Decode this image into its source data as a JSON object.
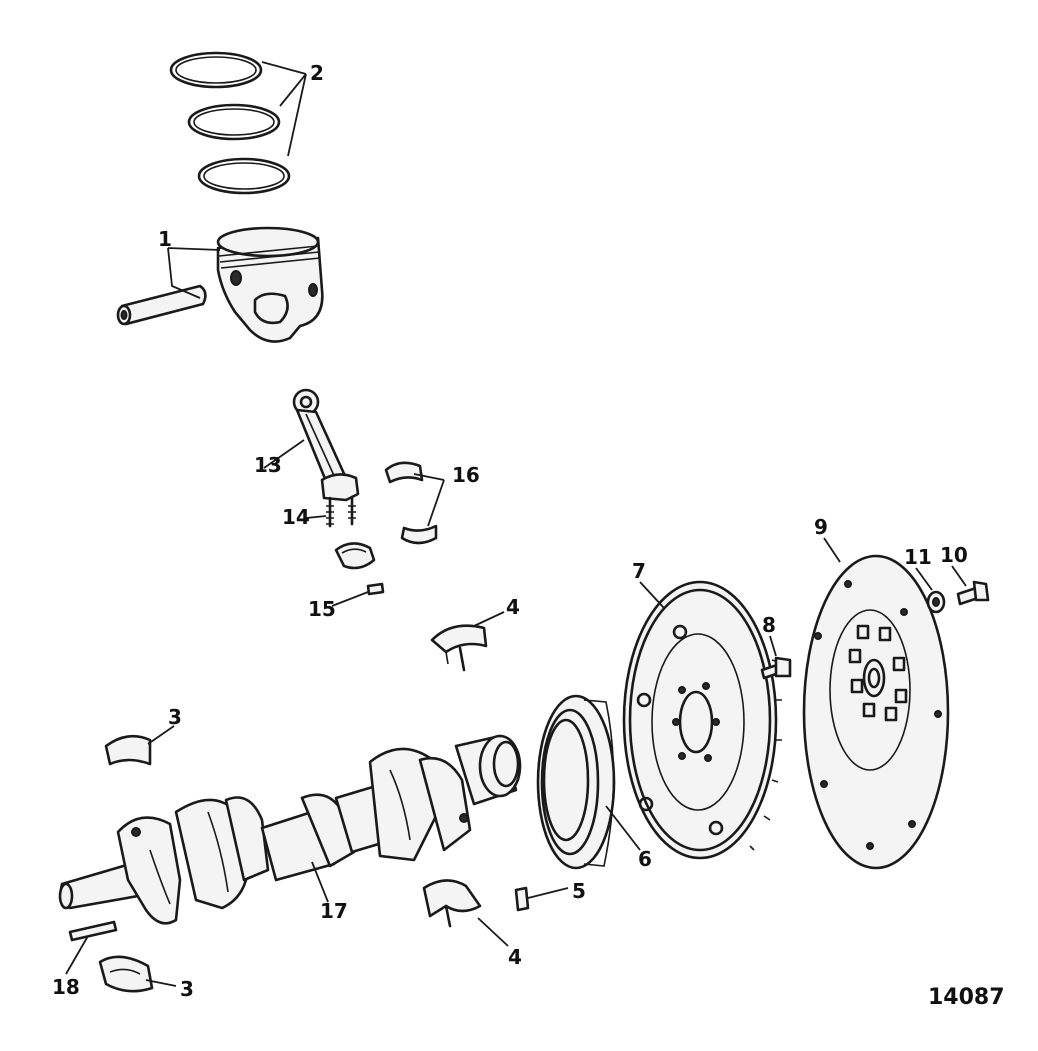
{
  "figure_number": "14087",
  "callouts": {
    "c1": "1",
    "c2": "2",
    "c3a": "3",
    "c3b": "3",
    "c4a": "4",
    "c4b": "4",
    "c5": "5",
    "c6": "6",
    "c7": "7",
    "c8": "8",
    "c9": "9",
    "c10": "10",
    "c11": "11",
    "c13": "13",
    "c14": "14",
    "c15": "15",
    "c16": "16",
    "c17": "17",
    "c18": "18"
  }
}
